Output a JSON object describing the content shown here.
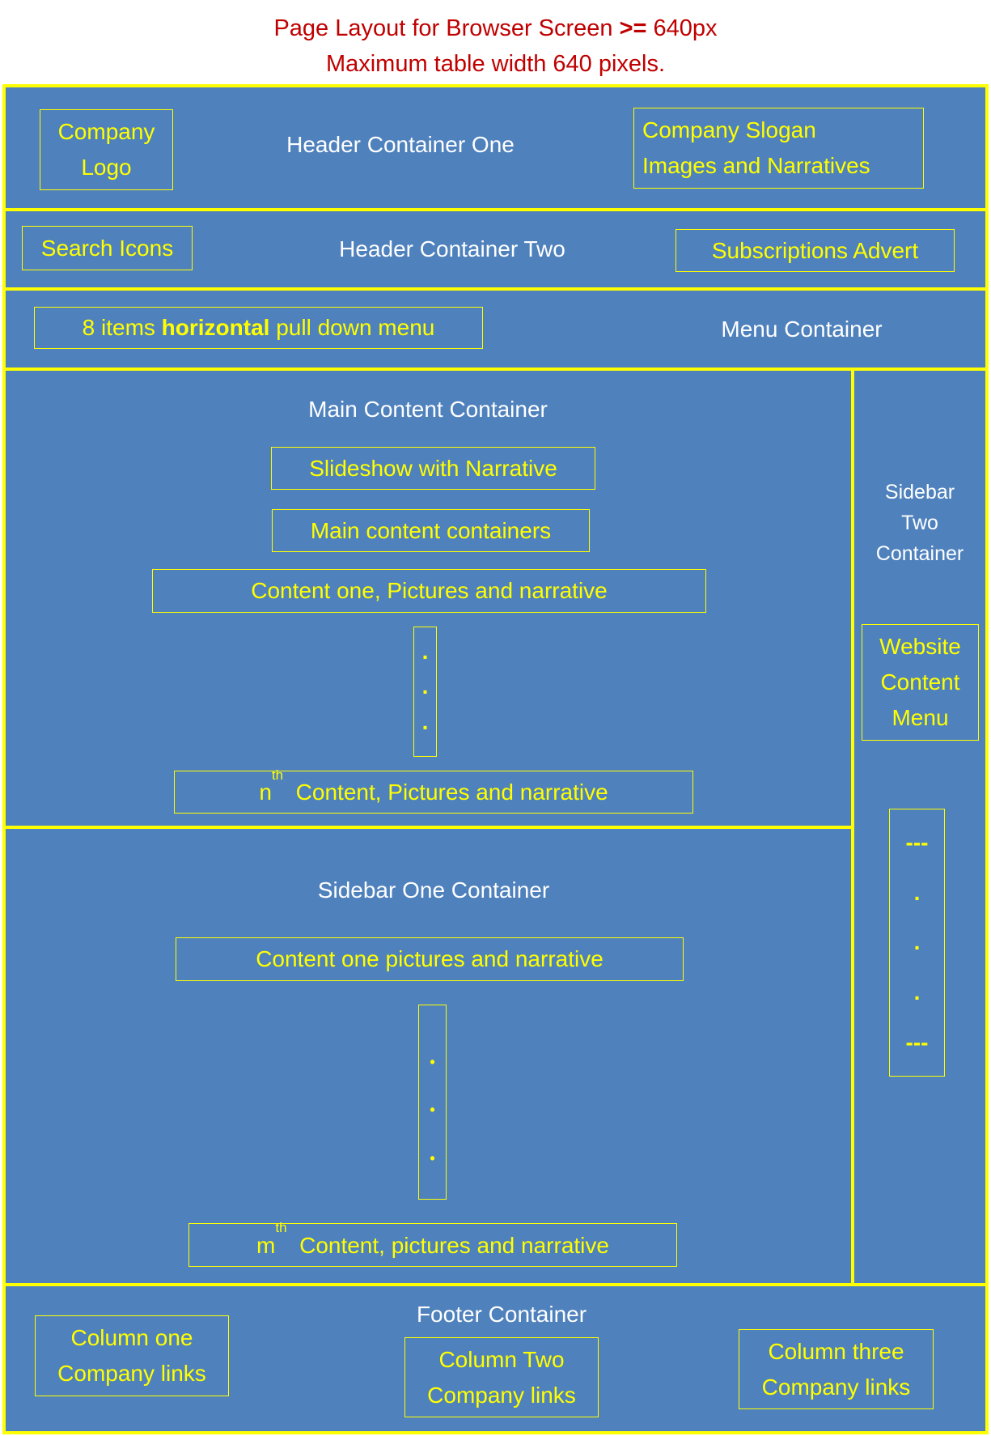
{
  "title": {
    "line1_prefix": "Page Layout for Browser Screen ",
    "line1_bold": ">=",
    "line1_suffix": " 640px",
    "line2": "Maximum table width 640 pixels."
  },
  "header_one": {
    "label": "Header Container One",
    "logo": [
      "Company",
      "Logo"
    ],
    "slogan": [
      "Company Slogan",
      "Images and Narratives"
    ]
  },
  "header_two": {
    "label": "Header Container Two",
    "search": "Search Icons",
    "subscriptions": "Subscriptions Advert"
  },
  "menu": {
    "label": "Menu Container",
    "items_prefix": "8 items ",
    "items_bold": "horizontal",
    "items_suffix": " pull down menu"
  },
  "main": {
    "label": "Main Content Container",
    "slideshow": "Slideshow with Narrative",
    "containers": "Main content containers",
    "content_one": "Content one, Pictures and narrative",
    "dot": ".",
    "nth_base": "n",
    "nth_sup": "th",
    "nth_text": "Content, Pictures and narrative"
  },
  "sidebar_one": {
    "label": "Sidebar One Container",
    "content_one": "Content one pictures and narrative",
    "dot": "•",
    "mth_base": "m",
    "mth_sup": "th",
    "mth_text": "Content, pictures and narrative"
  },
  "sidebar_two": {
    "label": [
      "Sidebar",
      "Two",
      "Container"
    ],
    "menu": [
      "Website",
      "Content",
      "Menu"
    ],
    "dash": "---",
    "dot": "."
  },
  "footer": {
    "label": "Footer Container",
    "col1": [
      "Column one",
      "Company links"
    ],
    "col2": [
      "Column Two",
      "Company links"
    ],
    "col3": [
      "Column three",
      "Company links"
    ]
  },
  "colors": {
    "background": "#4f81bd",
    "border": "#ffff00",
    "title": "#c00000"
  }
}
